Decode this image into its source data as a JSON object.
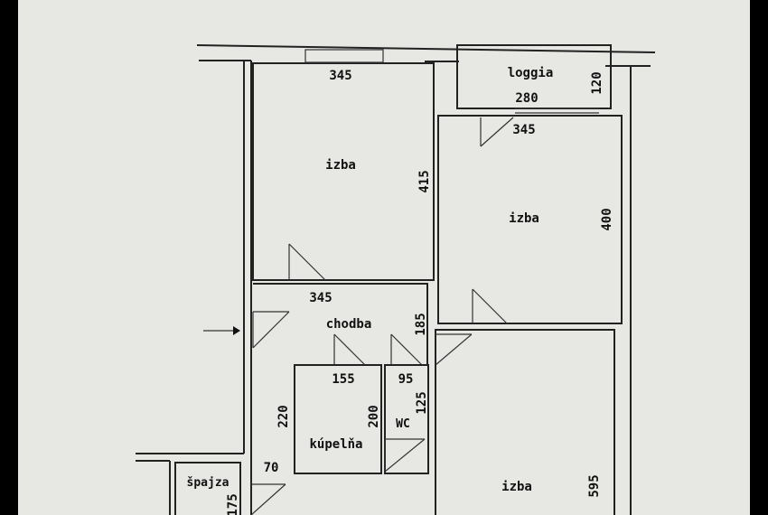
{
  "rooms": {
    "izba_1": "izba",
    "izba_2": "izba",
    "izba_3": "izba",
    "loggia": "loggia",
    "chodba": "chodba",
    "kupelna": "kúpelňa",
    "wc": "WC",
    "spajza": "špajza"
  },
  "dimensions": {
    "izba_1_width": "345",
    "izba_1_depth": "415",
    "loggia_width": "280",
    "loggia_depth": "120",
    "izba_2_width": "345",
    "izba_2_depth": "400",
    "chodba_width": "345",
    "chodba_depth": "185",
    "kupelna_width": "155",
    "kupelna_depth": "200",
    "wc_width": "95",
    "wc_depth": "125",
    "hall_lower_depth": "220",
    "hall_lower_width": "70",
    "spajza_depth": "175",
    "izba_3_depth": "595"
  }
}
